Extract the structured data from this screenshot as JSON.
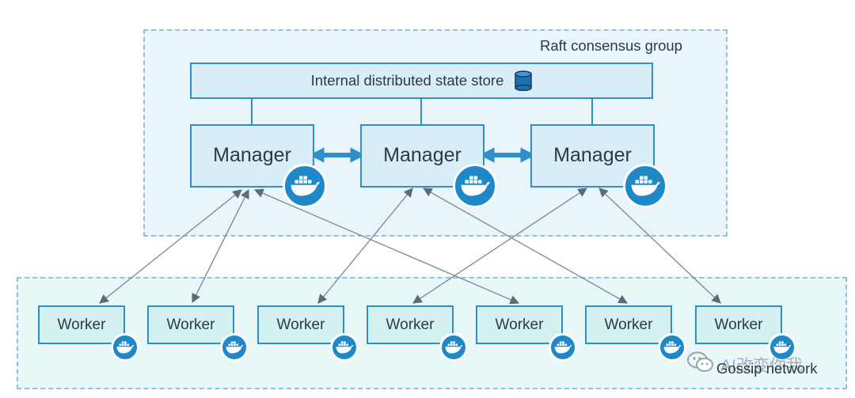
{
  "raft_group": {
    "label": "Raft consensus group"
  },
  "state_store": {
    "label": "Internal distributed state store",
    "icon": "database-icon"
  },
  "managers": [
    {
      "label": "Manager"
    },
    {
      "label": "Manager"
    },
    {
      "label": "Manager"
    }
  ],
  "workers": [
    {
      "label": "Worker"
    },
    {
      "label": "Worker"
    },
    {
      "label": "Worker"
    },
    {
      "label": "Worker"
    },
    {
      "label": "Worker"
    },
    {
      "label": "Worker"
    },
    {
      "label": "Worker"
    }
  ],
  "gossip_network": {
    "label": "Gossip network"
  },
  "watermark": {
    "text": "AI改变你我",
    "icon": "wechat-icon"
  },
  "connections": [
    {
      "from": "worker-1",
      "to": "manager-1"
    },
    {
      "from": "worker-2",
      "to": "manager-1"
    },
    {
      "from": "worker-5",
      "to": "manager-1"
    },
    {
      "from": "worker-3",
      "to": "manager-2"
    },
    {
      "from": "worker-6",
      "to": "manager-2"
    },
    {
      "from": "worker-4",
      "to": "manager-3"
    },
    {
      "from": "worker-7",
      "to": "manager-3"
    }
  ],
  "colors": {
    "border": "#2f8fc9",
    "manager_fill": "#d9edf9",
    "worker_fill": "#d3f1f1",
    "docker_blue": "#1e88c8",
    "dashed": "#8fc3dd",
    "connector": "#7a8894"
  }
}
